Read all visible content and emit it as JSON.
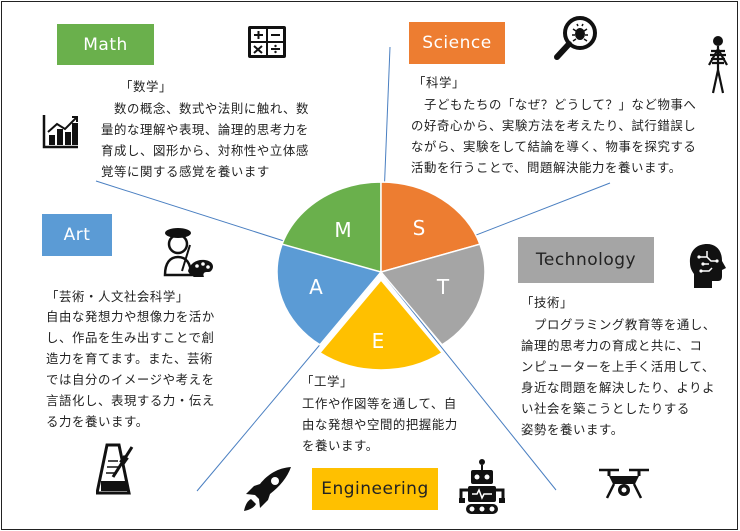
{
  "colors": {
    "math": "#6ab04c",
    "science": "#ed7d31",
    "technology": "#a5a5a5",
    "engineering": "#ffc000",
    "art": "#5b9bd5"
  },
  "subjects": {
    "math": {
      "badge": "Math",
      "heading": "「数学」",
      "body": "　数の概念、数式や法則に触れ、数\n量的な理解や表現、論理的思考力を\n育成し、図形から、対称性や立体感\n覚等に関する感覚を養います"
    },
    "science": {
      "badge": "Science",
      "heading": "「科学」",
      "body": "　子どもたちの「なぜ？どうして？」など物事へ\nの好奇心から、実験方法を考えたり、試行錯誤し\nながら、実験をして結論を導く、物事を探究する\n活動を行うことで、問題解決能力を養います。"
    },
    "technology": {
      "badge": "Technology",
      "heading": "「技術」",
      "body": "　プログラミング教育等を通し、\n論理的思考力の育成と共に、コ\nンピューターを上手く活用して、\n身近な問題を解決したり、よりよ\nい社会を築こうとしたりする\n姿勢を養います。"
    },
    "engineering": {
      "badge": "Engineering",
      "heading": "「工学」",
      "body": "工作や作図等を通して、自\n由な発想や空間的把握能力\nを養います。"
    },
    "art": {
      "badge": "Art",
      "heading": "「芸術・人文社会科学」",
      "body": "自由な発想力や想像力を活か\nし、作品を生み出すことで創\n造力を育てます。また、芸術\nでは自分のイメージや考えを\n言語化し、表現する力・伝え\nる力を養います。"
    }
  },
  "pie_letters": {
    "m": "M",
    "s": "S",
    "t": "T",
    "e": "E",
    "a": "A"
  },
  "icons": [
    "calculator-icon",
    "bar-chart-icon",
    "magnifier-bug-icon",
    "skeleton-icon",
    "ai-head-icon",
    "artist-icon",
    "metronome-icon",
    "rocket-icon",
    "robot-icon",
    "drone-icon"
  ]
}
